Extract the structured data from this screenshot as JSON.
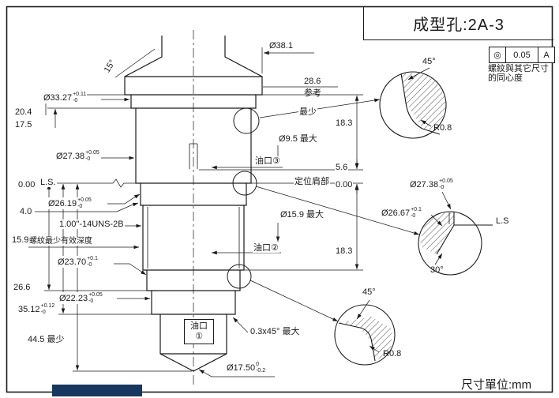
{
  "colors": {
    "line": "#1a1a1a",
    "background": "#ffffff",
    "accent_bar": "#17375e"
  },
  "title_block": {
    "title": "成型孔:2A-3"
  },
  "tolerance_frame": {
    "symbol": "◎",
    "value": "0.05",
    "datum": "A",
    "note_line1": "螺紋與其它尺寸",
    "note_line2": "的同心度"
  },
  "footer": {
    "unit_label": "尺寸單位:mm"
  },
  "dimensions": {
    "dia_38_1": {
      "text": "Ø38.1"
    },
    "angle_15": {
      "text": "15°"
    },
    "dia_33_27": {
      "value": "Ø33.27",
      "tol_top": "+0.11",
      "tol_bot": "-0"
    },
    "len_20_4": {
      "text": "20.4"
    },
    "len_17_5": {
      "text": "17.5"
    },
    "ref_28_6": {
      "value": "28.6",
      "note": "参考"
    },
    "min_label": {
      "text": "最少"
    },
    "len_18_3_upper": {
      "text": "18.3"
    },
    "dia_27_38": {
      "value": "Ø27.38",
      "tol_top": "+0.05",
      "tol_bot": "-0"
    },
    "dia_9_5": {
      "text": "Ø9.5 最大"
    },
    "oil_port_3": {
      "text": "油口③"
    },
    "len_5_6": {
      "text": "5.6"
    },
    "datum_left": {
      "zero": "0.00",
      "ls": "L.S."
    },
    "shoulder": {
      "text": "定位肩部",
      "zero": "0.00"
    },
    "dia_26_19": {
      "value": "Ø26.19",
      "tol_top": "+0.05",
      "tol_bot": "-0"
    },
    "len_4_0": {
      "text": "4.0"
    },
    "thread_spec": {
      "text": "1.00\"-14UNS-2B"
    },
    "thread_depth": {
      "value": "15.9",
      "label": "螺紋最少有效深度"
    },
    "dia_15_9": {
      "text": "Ø15.9 最大"
    },
    "oil_port_2": {
      "text": "油口②"
    },
    "len_18_3_lower": {
      "text": "18.3"
    },
    "dia_23_70": {
      "value": "Ø23.70",
      "tol_top": "+0.1",
      "tol_bot": "-0"
    },
    "len_26_6": {
      "text": "26.6"
    },
    "dia_22_23": {
      "value": "Ø22.23",
      "tol_top": "+0.05",
      "tol_bot": "-0"
    },
    "len_35_12": {
      "value": "35.12",
      "tol_top": "+0.12",
      "tol_bot": "-0"
    },
    "oil_port_1": {
      "line1": "油口",
      "line2": "①"
    },
    "len_44_5": {
      "text": "44.5 最少"
    },
    "chamfer_tip": {
      "text": "0.3x45° 最大"
    },
    "dia_17_50": {
      "value": "Ø17.50",
      "tol_top": "0",
      "tol_bot": "-0.2"
    }
  },
  "details": {
    "top": {
      "angle": "45°",
      "radius": "R0.8"
    },
    "middle": {
      "dia_27_38": {
        "value": "Ø27.38",
        "tol_top": "+0.05",
        "tol_bot": "-0"
      },
      "dia_26_67": {
        "value": "Ø26.67",
        "tol_top": "+0.1",
        "tol_bot": "-0"
      },
      "ls": "L.S",
      "angle": "30°"
    },
    "bottom": {
      "angle": "45°",
      "radius": "R0.8"
    }
  }
}
